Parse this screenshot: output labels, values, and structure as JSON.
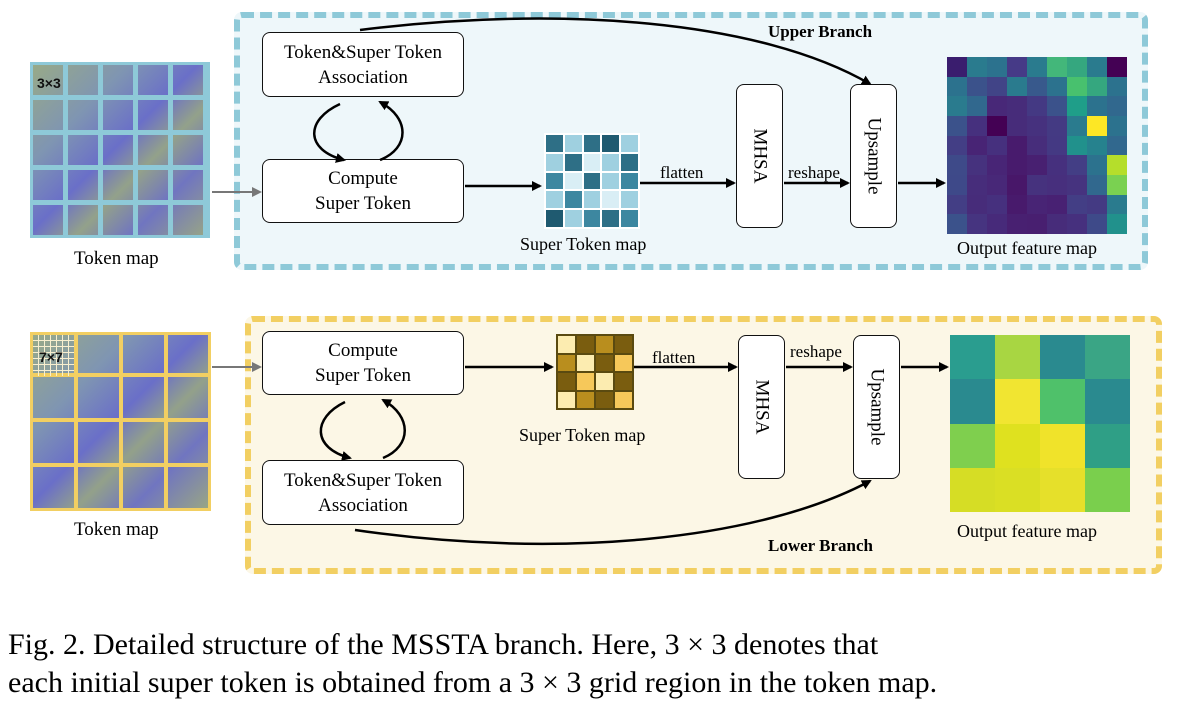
{
  "upper_branch": {
    "title": "Upper Branch",
    "assoc_label": "Token&Super Token\nAssociation",
    "compute_label": "Compute\nSuper Token",
    "super_token_map_label": "Super Token map",
    "flatten_label": "flatten",
    "mhsa_label": "MHSA",
    "reshape_label": "reshape",
    "upsample_label": "Upsample",
    "output_label": "Output feature map",
    "token_map_label": "Token map",
    "grid_tag": "3×3",
    "super_token_colors": [
      "#2e6f86",
      "#9fd0e0",
      "#2e6f86",
      "#1f5a70",
      "#9fd0e0",
      "#9fd0e0",
      "#2e6f86",
      "#d9eef5",
      "#9fd0e0",
      "#2e6f86",
      "#3d87a0",
      "#d9eef5",
      "#2e6f86",
      "#9fd0e0",
      "#3d87a0",
      "#9fd0e0",
      "#3d87a0",
      "#9fd0e0",
      "#d9eef5",
      "#9fd0e0",
      "#1f5a70",
      "#9fd0e0",
      "#3d87a0",
      "#2e6f86",
      "#3d87a0"
    ],
    "output_colors": [
      "#3a1d6e",
      "#2a7b8e",
      "#2c728e",
      "#463a87",
      "#2a7b8e",
      "#43b77a",
      "#35a77f",
      "#2a7b8e",
      "#440154",
      "#2c728e",
      "#3b528b",
      "#414487",
      "#2a7b8e",
      "#38598c",
      "#2c728e",
      "#48c16e",
      "#35a77f",
      "#2c728e",
      "#2a7b8e",
      "#31688e",
      "#482878",
      "#472c7a",
      "#443983",
      "#3b528b",
      "#1f9e89",
      "#2c728e",
      "#31688e",
      "#3b528b",
      "#46307e",
      "#440154",
      "#472c7a",
      "#46317e",
      "#443a83",
      "#2a7b8e",
      "#fde725",
      "#2c728e",
      "#433e85",
      "#482475",
      "#46307e",
      "#481b6d",
      "#472d7b",
      "#443983",
      "#21918c",
      "#26828e",
      "#31688e",
      "#3e4a89",
      "#46327e",
      "#482576",
      "#481b6d",
      "#482071",
      "#46307e",
      "#433e85",
      "#2c728e",
      "#b5de2b",
      "#3e4989",
      "#472d7b",
      "#482878",
      "#481769",
      "#46327e",
      "#472f7d",
      "#46337f",
      "#31688e",
      "#7ad151",
      "#433e85",
      "#472c7a",
      "#46307e",
      "#481a6c",
      "#482475",
      "#482173",
      "#433e85",
      "#443a83",
      "#2a7b8e",
      "#3b528b",
      "#463480",
      "#472a7a",
      "#482071",
      "#481f70",
      "#472c7a",
      "#46307e",
      "#3e4a89",
      "#21918c"
    ]
  },
  "lower_branch": {
    "title": "Lower Branch",
    "assoc_label": "Token&Super Token\nAssociation",
    "compute_label": "Compute\nSuper Token",
    "super_token_map_label": "Super Token map",
    "flatten_label": "flatten",
    "mhsa_label": "MHSA",
    "reshape_label": "reshape",
    "upsample_label": "Upsample",
    "output_label": "Output feature map",
    "token_map_label": "Token map",
    "grid_tag": "7×7",
    "super_token_colors": [
      "#fcecb0",
      "#7a5d0f",
      "#b98e1e",
      "#7a5d0f",
      "#b98e1e",
      "#fcecb0",
      "#7a5d0f",
      "#f6c85a",
      "#7a5d0f",
      "#f6c85a",
      "#fcecb0",
      "#7a5d0f",
      "#fcecb0",
      "#b98e1e",
      "#7a5d0f",
      "#f6c85a"
    ],
    "output_colors": [
      "#2a9d8f",
      "#a8d642",
      "#2a8a8f",
      "#3aa585",
      "#2a8a8f",
      "#f1e531",
      "#4fc16a",
      "#2a8a8f",
      "#7fcf4e",
      "#dfe11f",
      "#f0e32a",
      "#2f9f86",
      "#d6dd25",
      "#dadf24",
      "#e6e02a",
      "#7acf4d"
    ]
  },
  "caption": "Fig. 2.   Detailed structure of the MSSTA branch. Here, 3 × 3 denotes that\neach initial super token is obtained from a 3 × 3 grid region in the token map."
}
